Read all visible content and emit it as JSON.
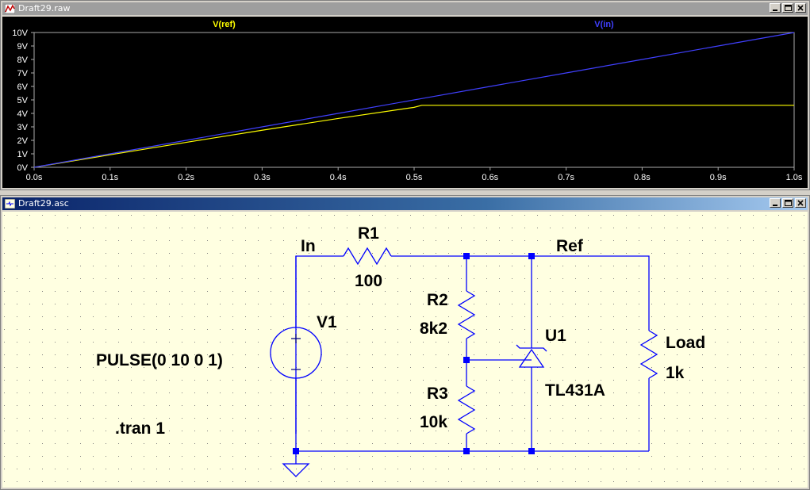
{
  "plot_window": {
    "title": "Draft29.raw",
    "controls": [
      "minimize",
      "maximize",
      "close"
    ]
  },
  "schematic_window": {
    "title": "Draft29.asc",
    "controls": [
      "minimize",
      "maximize",
      "close"
    ]
  },
  "chart_data": {
    "type": "line",
    "x": [
      0.0,
      0.1,
      0.2,
      0.3,
      0.4,
      0.5,
      0.51,
      0.6,
      0.7,
      0.8,
      0.9,
      1.0
    ],
    "series": [
      {
        "name": "V(ref)",
        "color": "#ffff00",
        "values": [
          0.0,
          0.93,
          1.85,
          2.75,
          3.62,
          4.45,
          4.6,
          4.6,
          4.6,
          4.6,
          4.6,
          4.6
        ]
      },
      {
        "name": "V(in)",
        "color": "#4040ff",
        "values": [
          0.0,
          1.0,
          2.0,
          3.0,
          4.0,
          5.0,
          5.1,
          6.0,
          7.0,
          8.0,
          9.0,
          10.0
        ]
      }
    ],
    "xticks": [
      "0.0s",
      "0.1s",
      "0.2s",
      "0.3s",
      "0.4s",
      "0.5s",
      "0.6s",
      "0.7s",
      "0.8s",
      "0.9s",
      "1.0s"
    ],
    "yticks": [
      "0V",
      "1V",
      "2V",
      "3V",
      "4V",
      "5V",
      "6V",
      "7V",
      "8V",
      "9V",
      "10V"
    ],
    "xlim": [
      0,
      1.0
    ],
    "ylim": [
      0,
      10
    ],
    "grid": false,
    "background": "#000000",
    "axis_color": "#aaaaaa"
  },
  "schematic": {
    "wire_color": "#0000ff",
    "node_labels": {
      "in": "In",
      "ref": "Ref"
    },
    "components": {
      "r1": {
        "name": "R1",
        "value": "100"
      },
      "r2": {
        "name": "R2",
        "value": "8k2"
      },
      "r3": {
        "name": "R3",
        "value": "10k"
      },
      "v1": {
        "name": "V1",
        "value": "PULSE(0 10 0 1)"
      },
      "u1": {
        "name": "U1",
        "value": "TL431A"
      },
      "load": {
        "name": "Load",
        "value": "1k"
      }
    },
    "directive": ".tran 1"
  }
}
